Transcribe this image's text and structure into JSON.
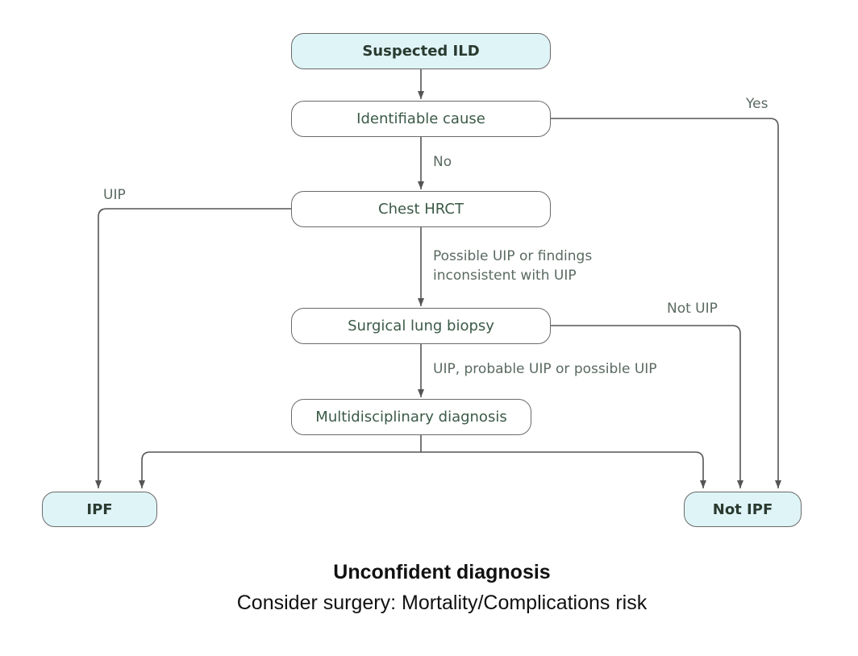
{
  "nodes": {
    "suspected": "Suspected ILD",
    "cause": "Identifiable cause",
    "hrct": "Chest HRCT",
    "biopsy": "Surgical lung biopsy",
    "mdd": "Multidisciplinary diagnosis",
    "ipf": "IPF",
    "not_ipf": "Not IPF"
  },
  "edges": {
    "yes": "Yes",
    "no": "No",
    "uip": "UIP",
    "possible_1": "Possible UIP or findings",
    "possible_2": "inconsistent with UIP",
    "not_uip": "Not UIP",
    "uip_probable": "UIP, probable UIP or possible UIP"
  },
  "caption": {
    "title": "Unconfident diagnosis",
    "subtitle": "Consider surgery: Mortality/Complications risk"
  },
  "colors": {
    "terminal_fill": "#dff4f7",
    "line": "#555555"
  }
}
